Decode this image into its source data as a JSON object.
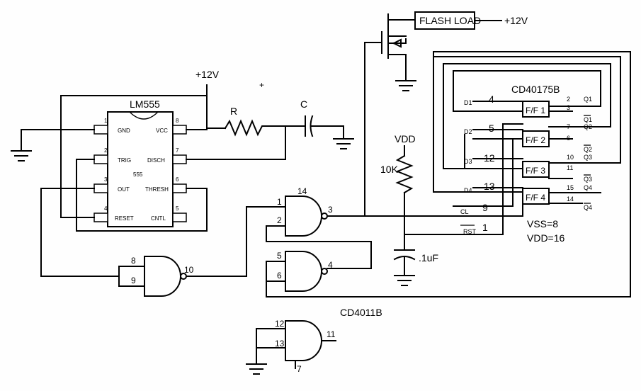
{
  "diagram": {
    "supply_12v_top": "+12V",
    "supply_12v_left": "+12V",
    "flash_load": "FLASH LOAD",
    "plus_marker": "+",
    "resistor_r": "R",
    "capacitor_c": "C",
    "vdd": "VDD",
    "res_10k": "10K",
    "cap_1uf": ".1uF",
    "vss": "VSS=8",
    "vdd16": "VDD=16"
  },
  "lm555": {
    "title": "LM555",
    "center": "555",
    "pins": [
      {
        "num": "1",
        "label": "GND"
      },
      {
        "num": "2",
        "label": "TRIG"
      },
      {
        "num": "3",
        "label": "OUT"
      },
      {
        "num": "4",
        "label": "RESET"
      },
      {
        "num": "8",
        "label": "VCC"
      },
      {
        "num": "7",
        "label": "DISCH"
      },
      {
        "num": "6",
        "label": "THRESH"
      },
      {
        "num": "5",
        "label": "CNTL"
      }
    ]
  },
  "cd4011": {
    "title": "CD4011B",
    "gate_a": {
      "in1": "1",
      "in2": "2",
      "out": "3",
      "vcc": "14"
    },
    "gate_b": {
      "in1": "5",
      "in2": "6",
      "out": "4"
    },
    "gate_c": {
      "in1": "8",
      "in2": "9",
      "out": "10"
    },
    "gate_d": {
      "in1": "12",
      "in2": "13",
      "out": "11",
      "gnd": "7"
    }
  },
  "cd40175": {
    "title": "CD40175B",
    "ff": [
      {
        "label": "F/F 1",
        "d_pin": "4",
        "d_name": "D1",
        "q_pin": "2",
        "q_name": "Q1",
        "qn_pin": "3",
        "qn_name": "Q1"
      },
      {
        "label": "F/F 2",
        "d_pin": "5",
        "d_name": "D2",
        "q_pin": "7",
        "q_name": "Q2",
        "qn_pin": "6",
        "qn_name": "Q2"
      },
      {
        "label": "F/F 3",
        "d_pin": "12",
        "d_name": "D3",
        "q_pin": "10",
        "q_name": "Q3",
        "qn_pin": "11",
        "qn_name": "Q3"
      },
      {
        "label": "F/F 4",
        "d_pin": "13",
        "d_name": "D4",
        "q_pin": "15",
        "q_name": "Q4",
        "qn_pin": "14",
        "qn_name": "Q4"
      }
    ],
    "cl_label": "CL",
    "cl_pin": "9",
    "rst_label": "RST",
    "rst_pin": "1"
  }
}
